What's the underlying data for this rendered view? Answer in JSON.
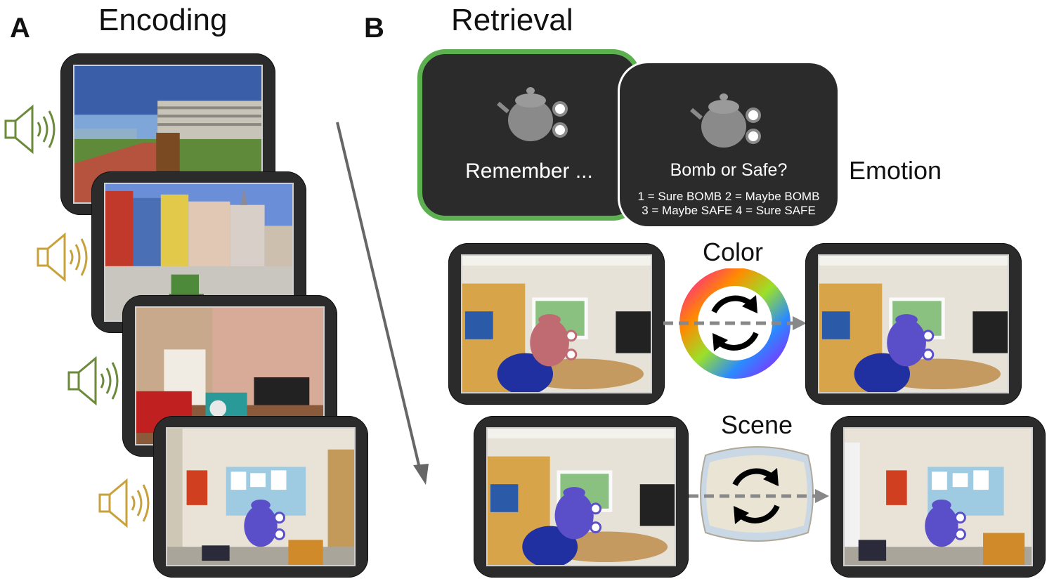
{
  "panel_a": {
    "letter": "A",
    "title": "Encoding"
  },
  "panel_b": {
    "letter": "B",
    "title": "Retrieval"
  },
  "retrieval": {
    "remember_text": "Remember ...",
    "question_text": "Bomb or Safe?",
    "options_line1": "1 = Sure BOMB    2 = Maybe BOMB",
    "options_line2": "3 = Maybe SAFE  4 = Sure SAFE",
    "emotion_label": "Emotion",
    "color_label": "Color",
    "scene_label": "Scene"
  },
  "colors": {
    "green_frame": "#5db04f",
    "speaker_green": "#6b8a3a",
    "speaker_gold": "#c9a13a",
    "monitor_dark": "#2b2b2b",
    "teapot_purple": "#5a4fc9",
    "teapot_red": "#c06a72",
    "arrow_gray": "#666666"
  },
  "icons": [
    "speaker-icon",
    "teapot-icon",
    "color-wheel-icon",
    "cycle-arrows-icon"
  ]
}
